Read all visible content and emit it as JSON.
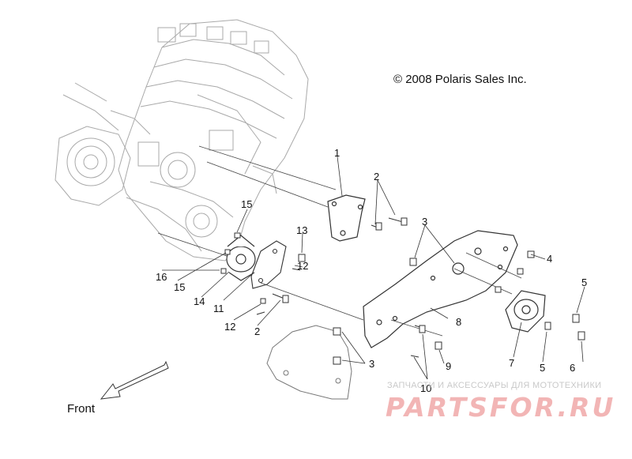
{
  "copyright": "© 2008 Polaris Sales Inc.",
  "front_label": "Front",
  "watermark": {
    "tagline": "ЗАПЧАСТИ И АКСЕССУАРЫ ДЛЯ МОТОТЕХНИКИ",
    "brand": "PARTSFOR.RU"
  },
  "callouts": {
    "c1": "1",
    "c2a": "2",
    "c2b": "2",
    "c3a": "3",
    "c3b": "3",
    "c4": "4",
    "c5a": "5",
    "c5b": "5",
    "c6": "6",
    "c7": "7",
    "c8": "8",
    "c9": "9",
    "c10": "10",
    "c11": "11",
    "c12a": "12",
    "c12b": "12",
    "c13": "13",
    "c14": "14",
    "c15a": "15",
    "c15b": "15",
    "c16": "16"
  },
  "colors": {
    "engine": "#a9a9a9",
    "parts": "#333333",
    "watermark": "#f2b5b5"
  }
}
